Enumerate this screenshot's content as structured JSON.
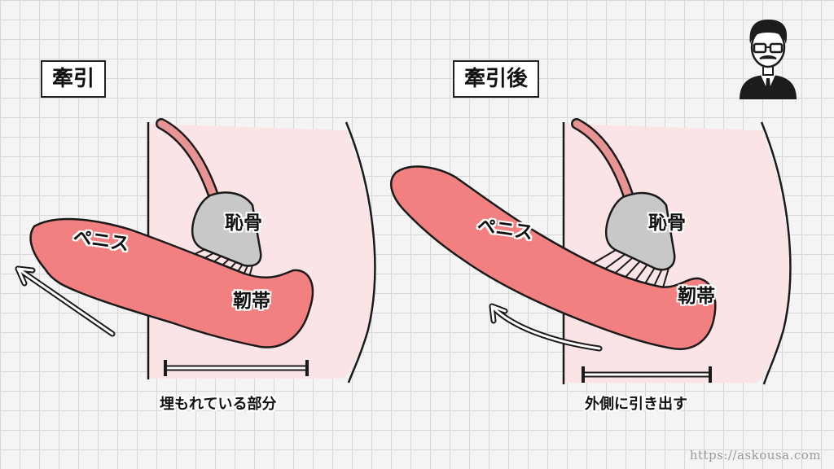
{
  "panels": [
    {
      "title": "牽引",
      "label_penis": "ペニス",
      "label_bone": "恥骨",
      "label_ligament": "靭帯",
      "caption": "埋もれている部分"
    },
    {
      "title": "牽引後",
      "label_penis": "ペニス",
      "label_bone": "恥骨",
      "label_ligament": "靭帯",
      "caption": "外側に引き出す"
    }
  ],
  "avatar": {
    "icon": "businessman-with-glasses-icon"
  },
  "footer": {
    "url": "https://askousa.com"
  },
  "colors": {
    "skin": "#fbe4e6",
    "penis": "#f28080",
    "bone": "#c8c8c8",
    "outline": "#1a1a1a"
  }
}
